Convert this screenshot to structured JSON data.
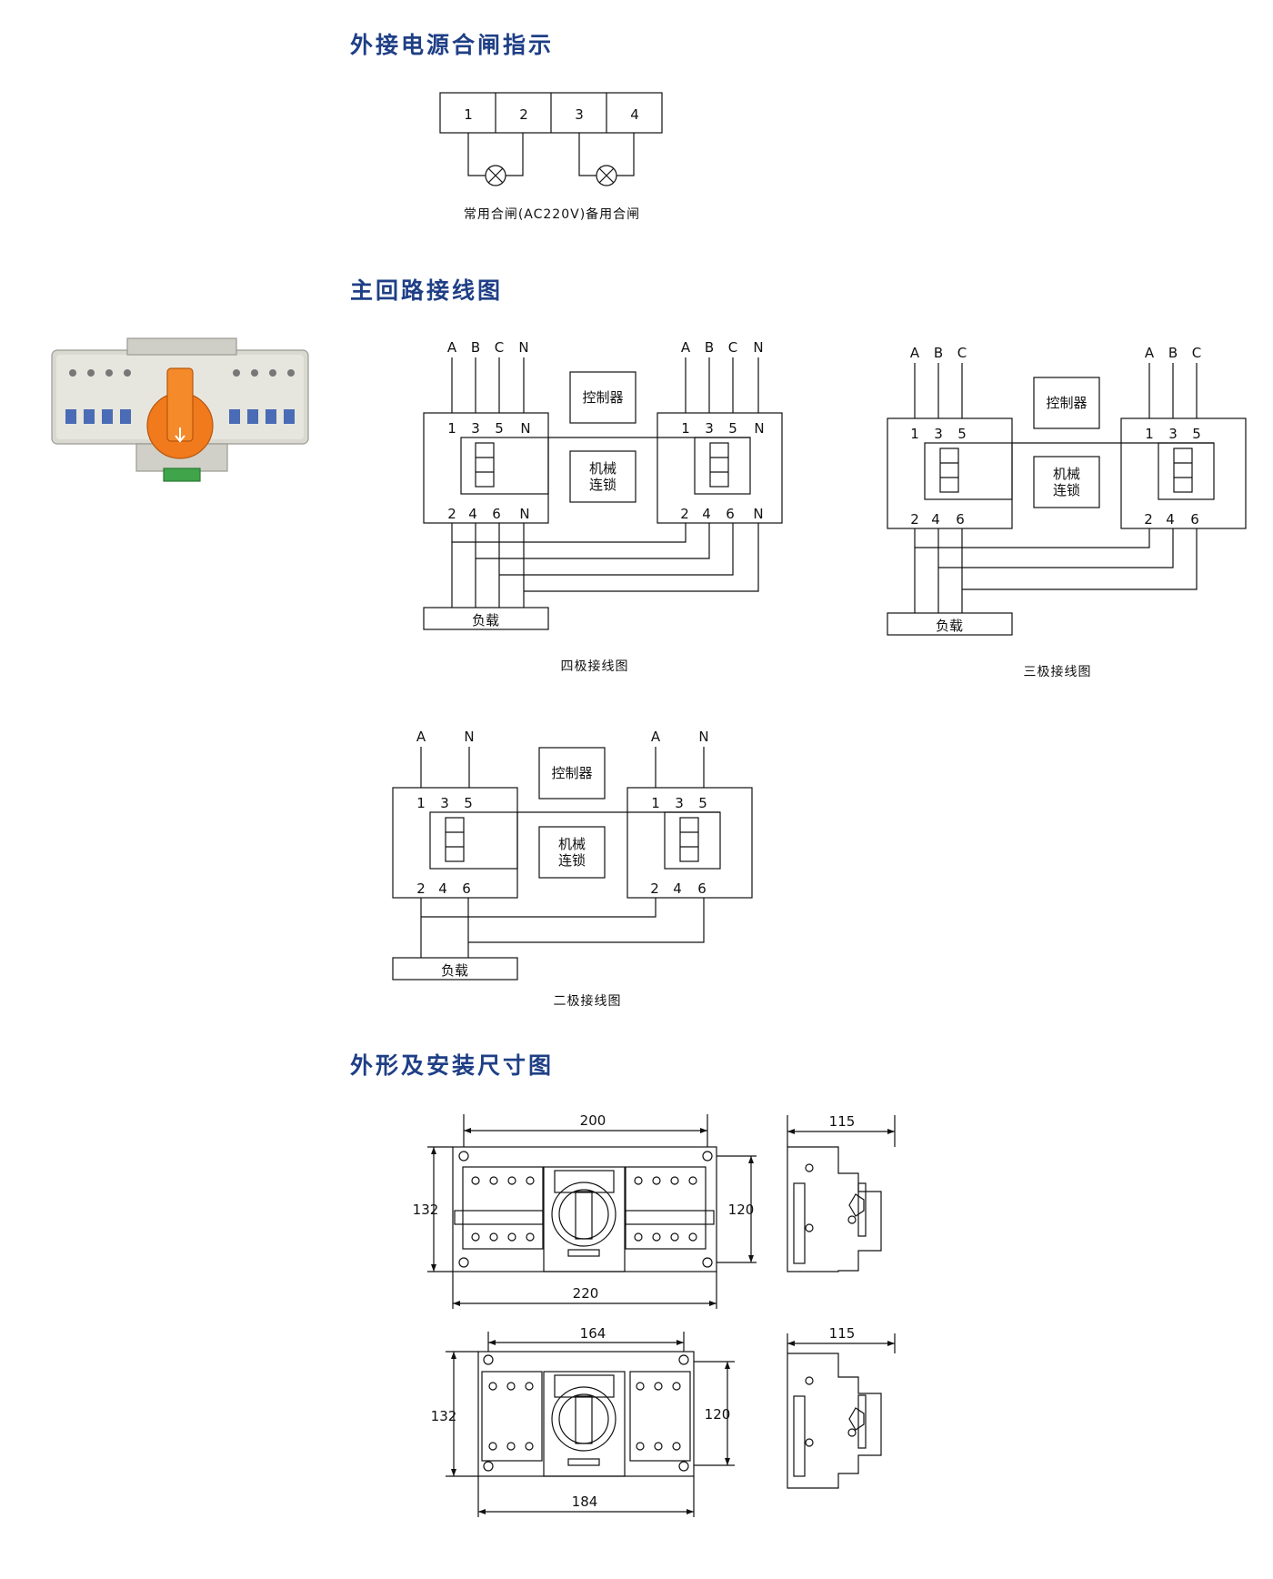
{
  "sections": {
    "indicator_title": "外接电源合闸指示",
    "wiring_title": "主回路接线图",
    "dimensions_title": "外形及安装尺寸图"
  },
  "indicator": {
    "terminals": [
      "1",
      "2",
      "3",
      "4"
    ],
    "caption": "常用合闸(AC220V)备用合闸"
  },
  "labels": {
    "controller": "控制器",
    "interlock_l1": "机械",
    "interlock_l2": "连锁",
    "load": "负载"
  },
  "four_pole": {
    "phases": [
      "A",
      "B",
      "C",
      "N"
    ],
    "top_terms": [
      "1",
      "3",
      "5",
      "N"
    ],
    "bottom_terms": [
      "2",
      "4",
      "6",
      "N"
    ],
    "caption": "四极接线图"
  },
  "three_pole": {
    "phases": [
      "A",
      "B",
      "C"
    ],
    "top_terms": [
      "1",
      "3",
      "5"
    ],
    "bottom_terms": [
      "2",
      "4",
      "6"
    ],
    "caption": "三极接线图"
  },
  "two_pole": {
    "phases": [
      "A",
      "N"
    ],
    "top_terms": [
      "1",
      "3",
      "5"
    ],
    "bottom_terms": [
      "2",
      "4",
      "6"
    ],
    "caption": "二极接线图"
  },
  "dims": {
    "large": {
      "top": "200",
      "bottom": "220",
      "left": "132",
      "right": "120",
      "side": "115"
    },
    "small": {
      "top": "164",
      "bottom": "184",
      "left": "132",
      "right": "120",
      "side": "115"
    }
  },
  "colors": {
    "heading": "#1f3f86",
    "handle": "#f07a1c",
    "terminal_block": "#3fa44a"
  }
}
